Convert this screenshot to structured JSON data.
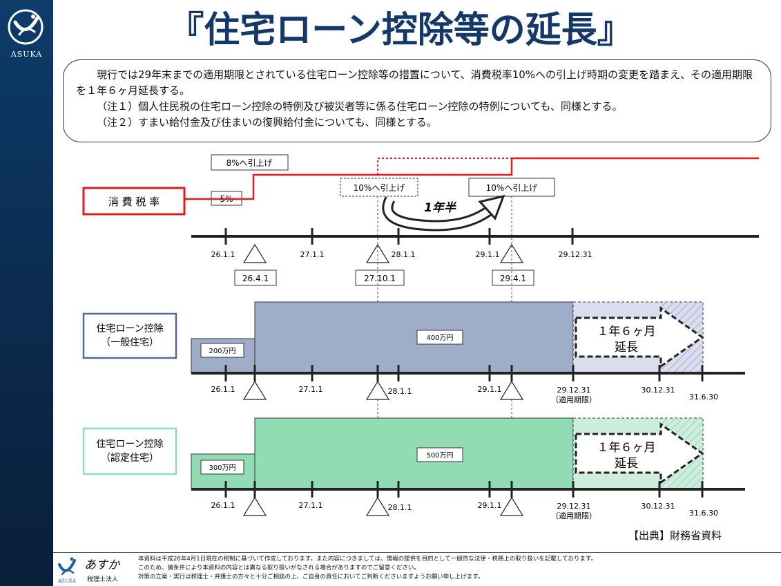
{
  "brand": {
    "logo_text": "ASUKA",
    "footer_name": "あすか",
    "footer_sub": "税理士法人",
    "footer_logo_text": "ASUKA"
  },
  "title": "『住宅ローン控除等の延長』",
  "summary": {
    "main": "現行では29年末までの適用期限とされている住宅ローン控除等の措置について、消費税率10%への引上げ時期の変更を踏まえ、その適用期限を１年６ヶ月延長する。",
    "note1": "（注１）個人住民税の住宅ローン控除の特例及び被災者等に係る住宅ローン控除の特例についても、同様とする。",
    "note2": "（注２）すまい給付金及び住まいの復興給付金についても、同様とする。"
  },
  "tax": {
    "label": "消 費 税 率",
    "rate_5": "5%",
    "rate_8": "8%へ引上げ",
    "rate_10_old": "10%へ引上げ",
    "rate_10_new": "10%へ引上げ",
    "delay": "1年半",
    "color": "#e8191c"
  },
  "timeline": {
    "ticks": [
      "26.1.1",
      "27.1.1",
      "28.1.1",
      "29.1.1",
      "29.12.31"
    ],
    "events": [
      "26.4.1",
      "27.10.1",
      "29.4.1"
    ]
  },
  "general": {
    "label_line1": "住宅ローン控除",
    "label_line2": "（一般住宅）",
    "before": "200万円",
    "after": "400万円",
    "ext_line1": "１年６ヶ月",
    "ext_line2": "延長",
    "color": "#9eadc8",
    "border": "#50699b",
    "ext_color": "#dcdcef"
  },
  "certified": {
    "label_line1": "住宅ローン控除",
    "label_line2": "（認定住宅）",
    "before": "300万円",
    "after": "500万円",
    "ext_line1": "１年６ヶ月",
    "ext_line2": "延長",
    "color": "#92dcb4",
    "border": "#8cdcbe",
    "ext_color": "#cdeedd"
  },
  "axis": {
    "ticks": [
      "26.1.1",
      "27.1.1",
      "28.1.1",
      "29.1.1",
      "29.12.31",
      "30.12.31",
      "31.6.30"
    ],
    "deadline_note": "（適用期限）"
  },
  "source": "【出典】財務省資料",
  "footer": {
    "line1": "本資料は平成26年4月1日現在の税制に基づいて作成しております。また内容につきましては、情報の提供を目的として一般的な法律・税務上の取り扱いを記載しております。",
    "line2": "このため、諸条件により本資料の内容とは異なる取り扱いがなされる場合がありますのでご留意ください。",
    "line3": "対策の立案・実行は税理士・弁護士の方々と十分ご相談の上、ご自身の責任においてご判断くださいますようお願い申し上げます。"
  }
}
